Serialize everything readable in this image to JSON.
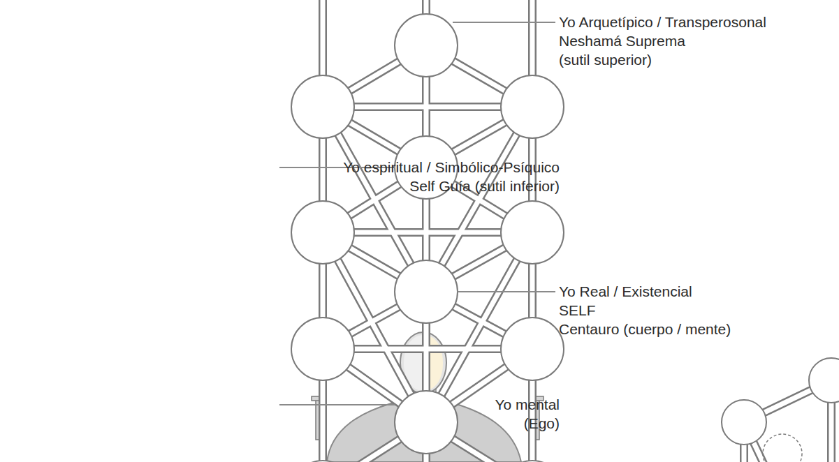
{
  "diagram": {
    "labels": [
      "Yo Arquetípico / Transperosonal",
      "Neshamá Suprema",
      "(sutil superior)",
      "Yo espiritual / Simbólico-Psíquico",
      "Self Guía (sutil inferior)",
      "Yo Real / Existencial",
      "SELF",
      "Centauro (cuerpo / mente)",
      "Yo mental",
      "(Ego)"
    ]
  }
}
